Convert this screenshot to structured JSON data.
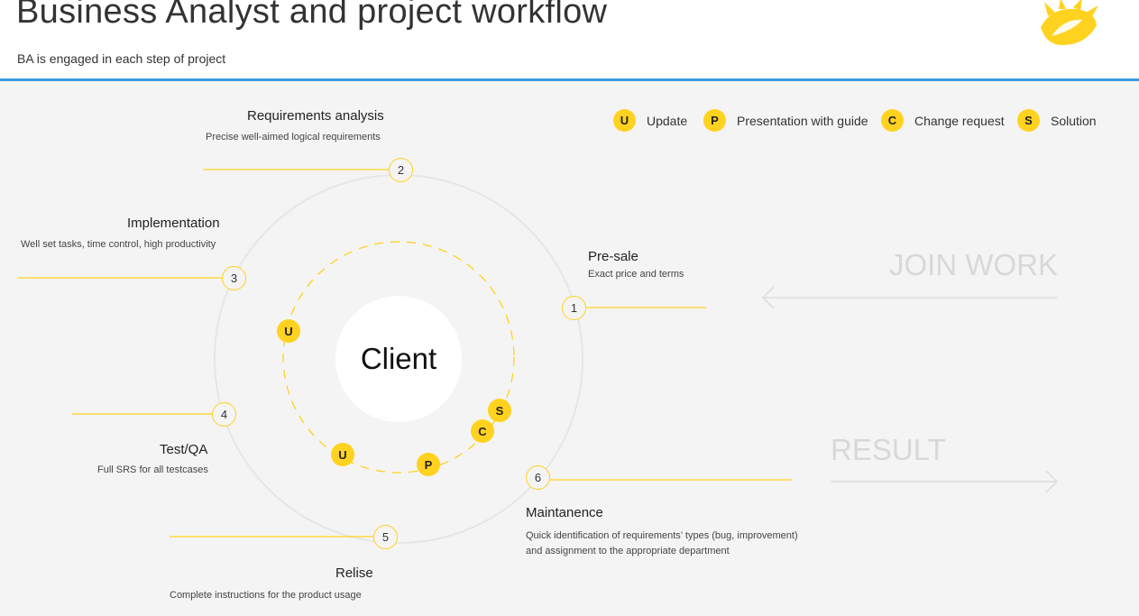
{
  "header": {
    "title": "Business Analyst and project workflow",
    "subtitle": "BA is engaged in each step of project"
  },
  "legend": [
    {
      "letter": "U",
      "label": "Update"
    },
    {
      "letter": "P",
      "label": "Presentation with guide"
    },
    {
      "letter": "C",
      "label": "Change request"
    },
    {
      "letter": "S",
      "label": "Solution"
    }
  ],
  "center": {
    "label": "Client"
  },
  "steps": [
    {
      "num": "1",
      "title": "Pre-sale",
      "desc": "Exact price and terms"
    },
    {
      "num": "2",
      "title": "Requirements analysis",
      "desc": "Precise well-aimed logical requirements"
    },
    {
      "num": "3",
      "title": "Implementation",
      "desc": "Well set tasks, time control, high productivity"
    },
    {
      "num": "4",
      "title": "Test/QA",
      "desc": "Full SRS for all testcases"
    },
    {
      "num": "5",
      "title": "Relise",
      "desc": "Complete instructions for the product usage"
    },
    {
      "num": "6",
      "title": "Maintanence",
      "desc": "Quick identification of requirements’ types (bug, improvement)",
      "desc2": "and assignment to the appropriate department"
    }
  ],
  "orbit_badges": [
    "U",
    "S",
    "C",
    "U",
    "P"
  ],
  "flow": {
    "join": "JOIN WORK",
    "result": "RESULT"
  },
  "colors": {
    "accent": "#ffd21f",
    "header_line": "#3b9ae1",
    "ring": "#e6e6e6",
    "flow_text": "#d8d8d8"
  }
}
